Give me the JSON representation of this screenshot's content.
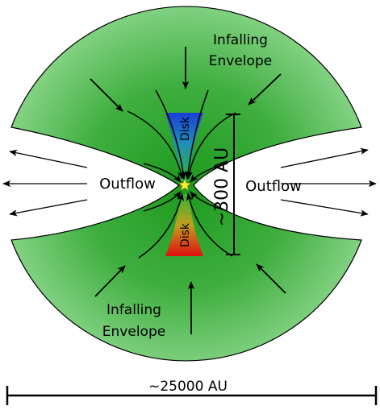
{
  "labels": {
    "envelope_top_line1": "Infalling",
    "envelope_top_line2": "Envelope",
    "envelope_bottom_line1": "Infalling",
    "envelope_bottom_line2": "Envelope",
    "outflow_left": "Outflow",
    "outflow_right": "Outflow",
    "disk_top": "Disk",
    "disk_bottom": "Disk",
    "disk_scale": "~300 AU",
    "envelope_scale": "~25000 AU"
  },
  "colors": {
    "envelope_light": "#7fd07f",
    "envelope_dark": "#1d9a1d",
    "disk_blue": "#1a3fd6",
    "disk_red": "#e01010",
    "disk_green": "#2fb52f",
    "protostar": "#f2ef30"
  }
}
